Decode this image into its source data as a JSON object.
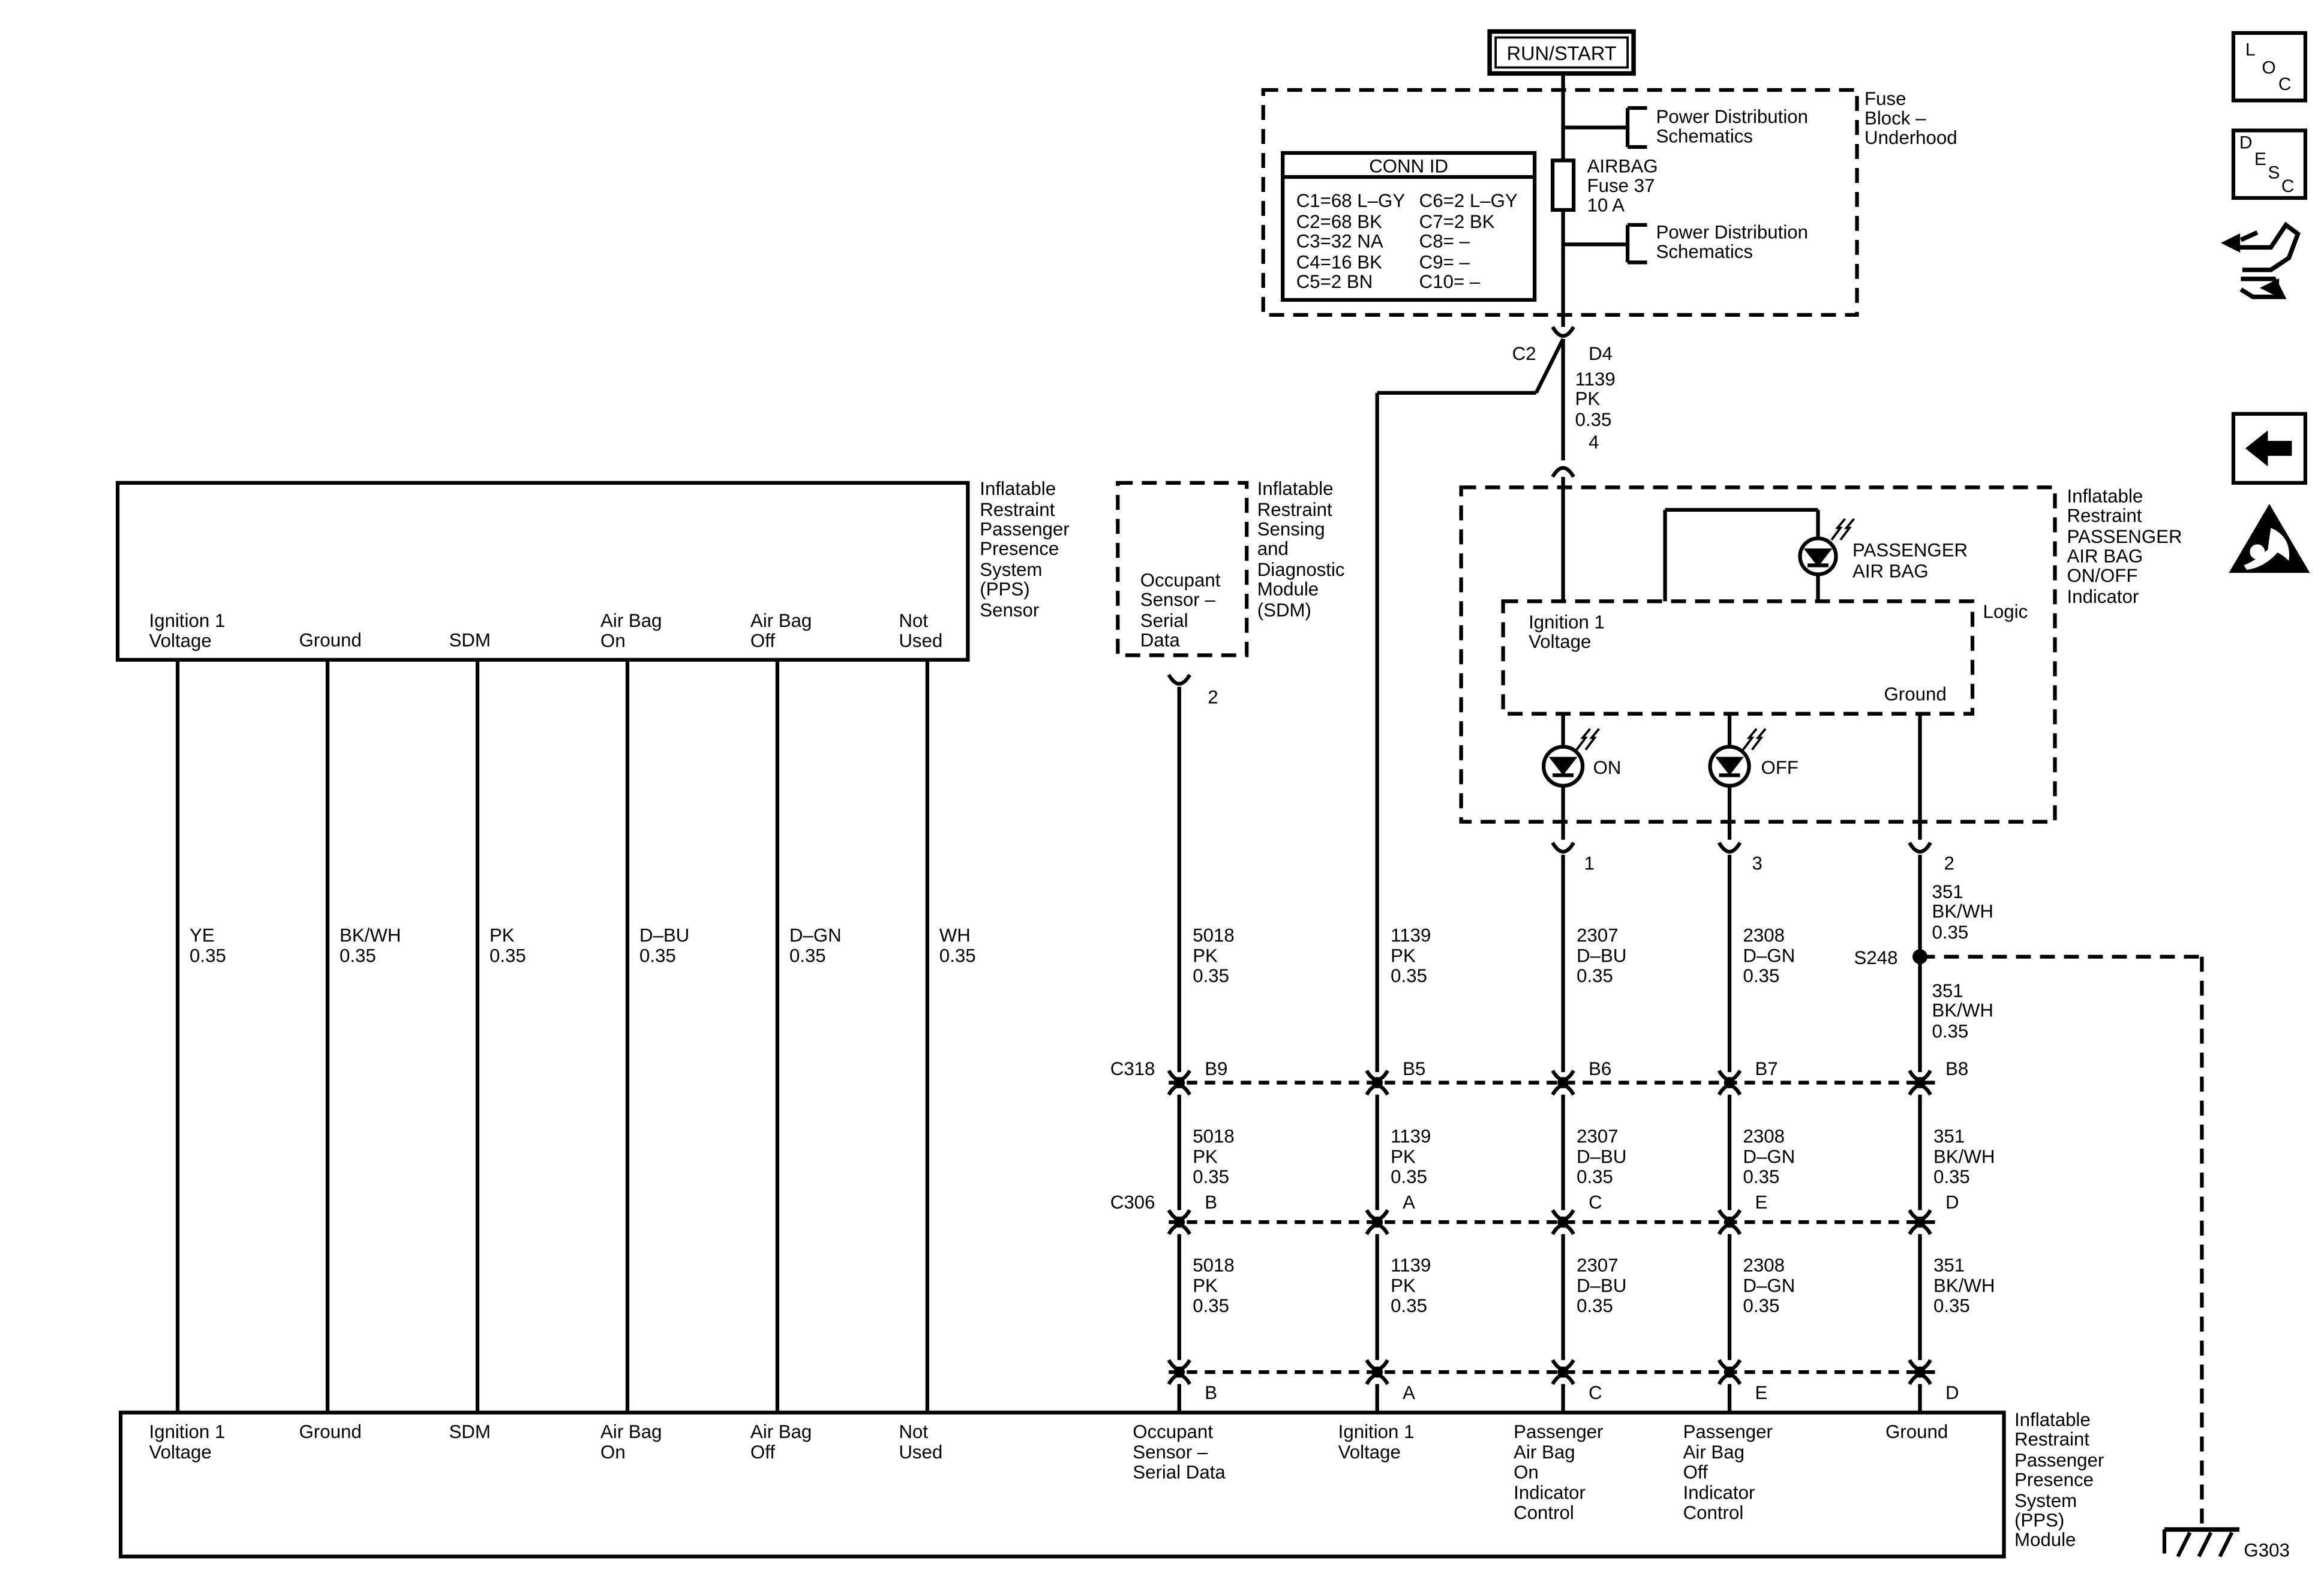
{
  "power": {
    "run_start": "RUN/START"
  },
  "fuse_block": {
    "title": [
      "Fuse",
      "Block –",
      "Underhood"
    ],
    "pds_top": [
      "Power Distribution",
      "Schematics"
    ],
    "pds_bottom": [
      "Power Distribution",
      "Schematics"
    ],
    "fuse_label": [
      "AIRBAG",
      "Fuse 37",
      "10 A"
    ],
    "conn_id_title": "CONN ID",
    "conn_id_left": [
      "C1=68 L–GY",
      "C2=68 BK",
      "C3=32 NA",
      "C4=16 BK",
      "C5=2 BN"
    ],
    "conn_id_right": [
      "C6=2 L–GY",
      "C7=2 BK",
      "C8= –",
      "C9= –",
      "C10= –"
    ]
  },
  "connector_top": {
    "c2": "C2",
    "d4": "D4",
    "wire": [
      "1139",
      "PK",
      "0.35"
    ],
    "pin": "4"
  },
  "pps_sensor": {
    "title": [
      "Inflatable",
      "Restraint",
      "Passenger",
      "Presence",
      "System",
      "(PPS)",
      "Sensor"
    ],
    "pins": [
      [
        "Ignition 1",
        "Voltage"
      ],
      [
        "Ground"
      ],
      [
        "SDM"
      ],
      [
        "Air Bag",
        "On"
      ],
      [
        "Air Bag",
        "Off"
      ],
      [
        "Not",
        "Used"
      ]
    ],
    "wires": [
      [
        "YE",
        "0.35"
      ],
      [
        "BK/WH",
        "0.35"
      ],
      [
        "PK",
        "0.35"
      ],
      [
        "D–BU",
        "0.35"
      ],
      [
        "D–GN",
        "0.35"
      ],
      [
        "WH",
        "0.35"
      ]
    ]
  },
  "sdm": {
    "title": [
      "Inflatable",
      "Restraint",
      "Sensing",
      "and",
      "Diagnostic",
      "Module",
      "(SDM)"
    ],
    "pin_label": [
      "Occupant",
      "Sensor –",
      "Serial",
      "Data"
    ],
    "pin": "2"
  },
  "indicator": {
    "title": [
      "Inflatable",
      "Restraint",
      "PASSENGER",
      "AIR BAG",
      "ON/OFF",
      "Indicator"
    ],
    "lamp": [
      "PASSENGER",
      "AIR BAG"
    ],
    "logic": "Logic",
    "ign": [
      "Ignition 1",
      "Voltage"
    ],
    "ground": "Ground",
    "on": "ON",
    "off": "OFF",
    "pins": [
      "1",
      "3",
      "2"
    ]
  },
  "vertical_wires": [
    [
      "5018",
      "PK",
      "0.35"
    ],
    [
      "1139",
      "PK",
      "0.35"
    ],
    [
      "2307",
      "D–BU",
      "0.35"
    ],
    [
      "2308",
      "D–GN",
      "0.35"
    ]
  ],
  "ground_wires": {
    "upper": [
      "351",
      "BK/WH",
      "0.35"
    ],
    "lower": [
      "351",
      "BK/WH",
      "0.35"
    ],
    "splice": "S248",
    "ground": "G303"
  },
  "c318": {
    "name": "C318",
    "pins": [
      "B9",
      "B5",
      "B6",
      "B7",
      "B8"
    ]
  },
  "c306": {
    "name": "C306",
    "pins": [
      "B",
      "A",
      "C",
      "E",
      "D"
    ]
  },
  "mid_wires": [
    [
      "5018",
      "PK",
      "0.35"
    ],
    [
      "1139",
      "PK",
      "0.35"
    ],
    [
      "2307",
      "D–BU",
      "0.35"
    ],
    [
      "2308",
      "D–GN",
      "0.35"
    ],
    [
      "351",
      "BK/WH",
      "0.35"
    ]
  ],
  "low_wires": [
    [
      "5018",
      "PK",
      "0.35"
    ],
    [
      "1139",
      "PK",
      "0.35"
    ],
    [
      "2307",
      "D–BU",
      "0.35"
    ],
    [
      "2308",
      "D–GN",
      "0.35"
    ],
    [
      "351",
      "BK/WH",
      "0.35"
    ]
  ],
  "module_pins": [
    "B",
    "A",
    "C",
    "E",
    "D"
  ],
  "pps_module": {
    "title": [
      "Inflatable",
      "Restraint",
      "Passenger",
      "Presence",
      "System",
      "(PPS)",
      "Module"
    ],
    "left_pins": [
      [
        "Ignition 1",
        "Voltage"
      ],
      [
        "Ground"
      ],
      [
        "SDM"
      ],
      [
        "Air Bag",
        "On"
      ],
      [
        "Air Bag",
        "Off"
      ],
      [
        "Not",
        "Used"
      ]
    ],
    "right_pins": [
      [
        "Occupant",
        "Sensor –",
        "Serial Data"
      ],
      [
        "Ignition 1",
        "Voltage"
      ],
      [
        "Passenger",
        "Air Bag",
        "On",
        "Indicator",
        "Control"
      ],
      [
        "Passenger",
        "Air Bag",
        "Off",
        "Indicator",
        "Control"
      ],
      [
        "Ground"
      ]
    ]
  },
  "nav_icons": {
    "loc": [
      "L",
      "O",
      "C"
    ],
    "desc": [
      "D",
      "E",
      "S",
      "C"
    ],
    "names": [
      "loc-icon",
      "desc-icon",
      "connector-icon",
      "back-arrow-icon",
      "airbag-warning-icon"
    ]
  }
}
